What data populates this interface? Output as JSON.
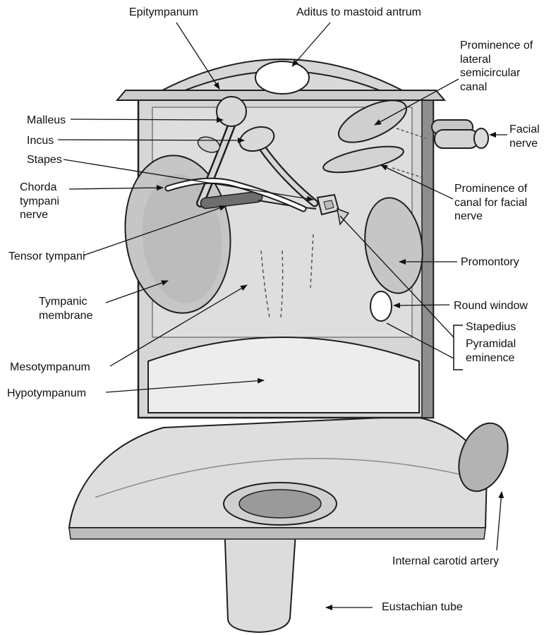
{
  "figure": {
    "colors": {
      "outline": "#1f1f1f",
      "fill_light": "#d9d9d9",
      "fill_mid": "#c6c6c6",
      "fill_dark": "#8e8e8e",
      "rod_dark": "#6e6e6e",
      "background": "#ffffff"
    },
    "labels": {
      "epitympanum": "Epitympanum",
      "aditus_to_mastoid_antrum": "Aditus to mastoid antrum",
      "prominence_lateral_semicircular_canal": "Prominence of lateral semicircular canal",
      "facial_nerve": "Facial nerve",
      "malleus": "Malleus",
      "incus": "Incus",
      "stapes": "Stapes",
      "chorda_tympani_nerve": "Chorda tympani nerve",
      "prominence_canal_facial_nerve": "Prominence of canal for facial nerve",
      "tensor_tympani": "Tensor tympani",
      "promontory": "Promontory",
      "tympanic_membrane": "Tympanic membrane",
      "round_window": "Round window",
      "stapedius": "Stapedius",
      "pyramidal_eminence": "Pyramidal eminence",
      "mesotympanum": "Mesotympanum",
      "hypotympanum": "Hypotympanum",
      "internal_carotid_artery": "Internal carotid artery",
      "eustachian_tube": "Eustachian tube"
    }
  }
}
